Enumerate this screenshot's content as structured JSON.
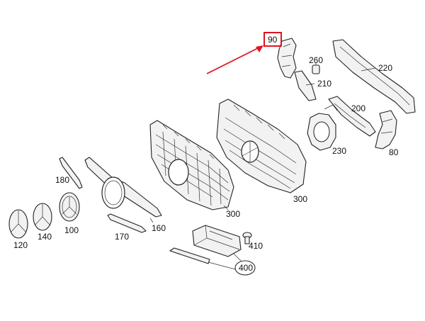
{
  "accent_color": "#e0141e",
  "labels": {
    "p90": "90",
    "p260": "260",
    "p220": "220",
    "p210": "210",
    "p200": "200",
    "p230": "230",
    "p80": "80",
    "p180": "180",
    "p300a": "300",
    "p300b": "300",
    "p160": "160",
    "p170": "170",
    "p100": "100",
    "p140": "140",
    "p120": "120",
    "p410": "410",
    "p400": "400"
  }
}
